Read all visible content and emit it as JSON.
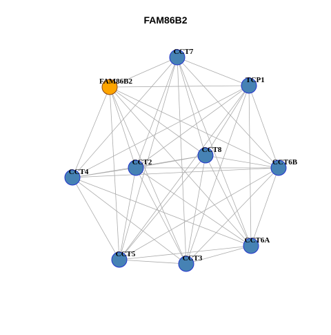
{
  "title": "FAM86B2",
  "colors": {
    "node_fill": "#4682B4",
    "node_stroke": "#2233CC",
    "highlight_fill": "#FFA500",
    "highlight_stroke": "#8B4513",
    "edge": "#AAAAAA"
  },
  "nodes": [
    {
      "id": "CCT7",
      "label": "CCT7",
      "highlight": false
    },
    {
      "id": "FAM86B2",
      "label": "FAM86B2",
      "highlight": true
    },
    {
      "id": "TCP1",
      "label": "TCP1",
      "highlight": false
    },
    {
      "id": "CCT8",
      "label": "CCT8",
      "highlight": false
    },
    {
      "id": "CCT4",
      "label": "CCT4",
      "highlight": false
    },
    {
      "id": "CCT2",
      "label": "CCT2",
      "highlight": false
    },
    {
      "id": "CCT6B",
      "label": "CCT6B",
      "highlight": false
    },
    {
      "id": "CCT6A",
      "label": "CCT6A",
      "highlight": false
    },
    {
      "id": "CCT5",
      "label": "CCT5",
      "highlight": false
    },
    {
      "id": "CCT3",
      "label": "CCT3",
      "highlight": false
    }
  ],
  "edges": [
    [
      "FAM86B2",
      "CCT7"
    ],
    [
      "FAM86B2",
      "TCP1"
    ],
    [
      "FAM86B2",
      "CCT8"
    ],
    [
      "FAM86B2",
      "CCT4"
    ],
    [
      "FAM86B2",
      "CCT2"
    ],
    [
      "FAM86B2",
      "CCT6B"
    ],
    [
      "FAM86B2",
      "CCT6A"
    ],
    [
      "FAM86B2",
      "CCT5"
    ],
    [
      "FAM86B2",
      "CCT3"
    ],
    [
      "CCT7",
      "TCP1"
    ],
    [
      "CCT7",
      "CCT8"
    ],
    [
      "CCT7",
      "CCT4"
    ],
    [
      "CCT7",
      "CCT2"
    ],
    [
      "CCT7",
      "CCT6B"
    ],
    [
      "CCT7",
      "CCT6A"
    ],
    [
      "CCT7",
      "CCT5"
    ],
    [
      "CCT7",
      "CCT3"
    ],
    [
      "TCP1",
      "CCT8"
    ],
    [
      "TCP1",
      "CCT4"
    ],
    [
      "TCP1",
      "CCT2"
    ],
    [
      "TCP1",
      "CCT6B"
    ],
    [
      "TCP1",
      "CCT6A"
    ],
    [
      "TCP1",
      "CCT5"
    ],
    [
      "TCP1",
      "CCT3"
    ],
    [
      "CCT8",
      "CCT4"
    ],
    [
      "CCT8",
      "CCT2"
    ],
    [
      "CCT8",
      "CCT6B"
    ],
    [
      "CCT8",
      "CCT6A"
    ],
    [
      "CCT8",
      "CCT5"
    ],
    [
      "CCT8",
      "CCT3"
    ],
    [
      "CCT4",
      "CCT2"
    ],
    [
      "CCT4",
      "CCT6B"
    ],
    [
      "CCT4",
      "CCT6A"
    ],
    [
      "CCT4",
      "CCT5"
    ],
    [
      "CCT4",
      "CCT3"
    ],
    [
      "CCT2",
      "CCT6B"
    ],
    [
      "CCT2",
      "CCT6A"
    ],
    [
      "CCT2",
      "CCT5"
    ],
    [
      "CCT2",
      "CCT3"
    ],
    [
      "CCT6B",
      "CCT6A"
    ],
    [
      "CCT6B",
      "CCT5"
    ],
    [
      "CCT6B",
      "CCT3"
    ],
    [
      "CCT6A",
      "CCT5"
    ],
    [
      "CCT6A",
      "CCT3"
    ],
    [
      "CCT5",
      "CCT3"
    ]
  ]
}
